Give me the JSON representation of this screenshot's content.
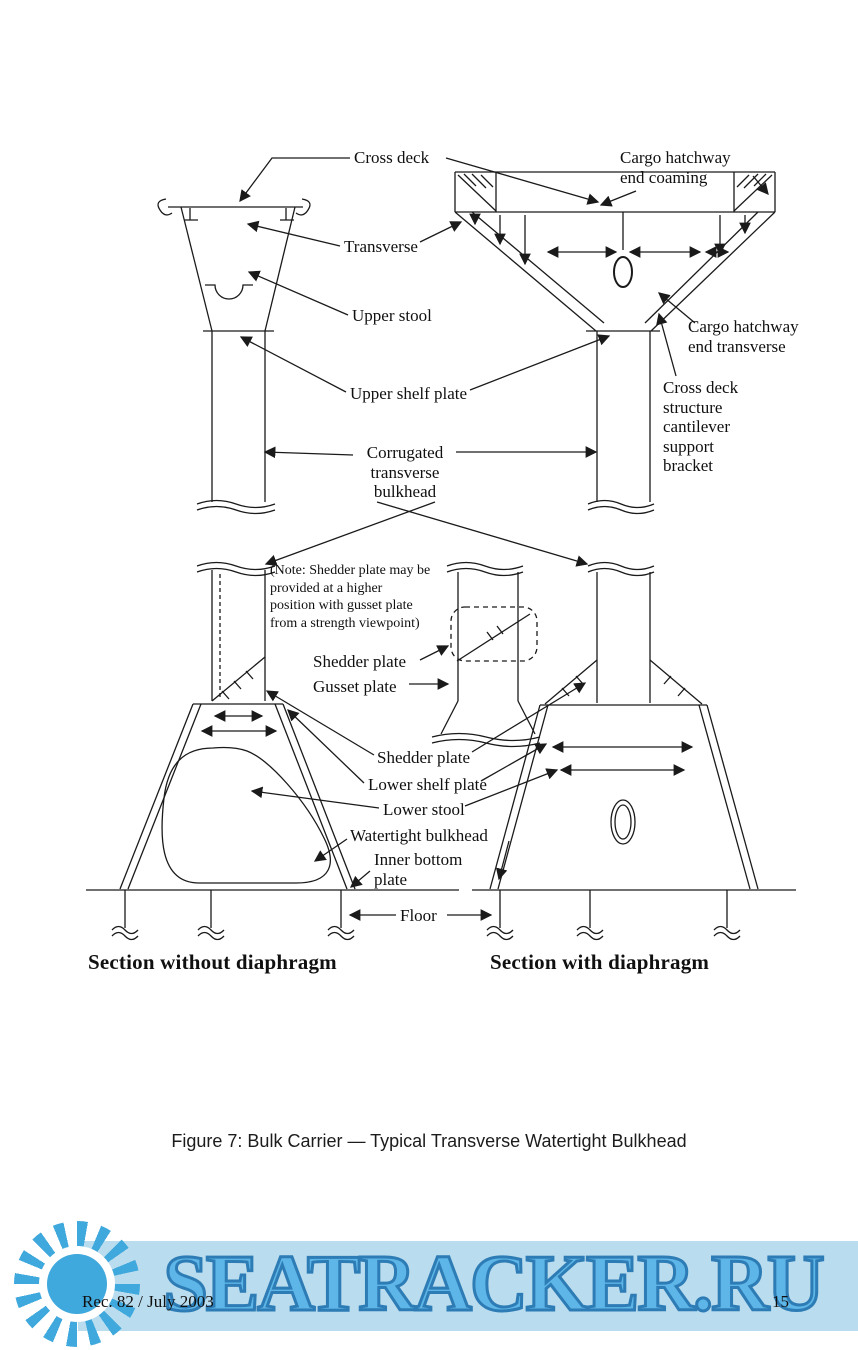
{
  "doc": {
    "caption": "Figure 7: Bulk Carrier — Typical Transverse Watertight Bulkhead",
    "footer_left": "Rec. 82 / July 2003",
    "page_number": "15",
    "watermark_text": "SEATRACKER.RU"
  },
  "labels": {
    "cross_deck": "Cross deck",
    "cargo_hatchway_end_coaming": "Cargo hatchway\nend coaming",
    "transverse": "Transverse",
    "upper_stool": "Upper stool",
    "cargo_hatchway_end_transverse": "Cargo hatchway\nend transverse",
    "upper_shelf_plate": "Upper shelf plate",
    "cross_deck_bracket": "Cross deck\nstructure\ncantilever\nsupport\nbracket",
    "corrugated_bulkhead": "Corrugated\ntransverse\nbulkhead",
    "note": "(Note: Shedder plate may be\nprovided at a higher\nposition with gusset plate\nfrom a strength viewpoint)",
    "shedder_plate_detail": "Shedder plate",
    "gusset_plate": "Gusset plate",
    "shedder_plate": "Shedder plate",
    "lower_shelf_plate": "Lower shelf plate",
    "lower_stool": "Lower stool",
    "watertight_bulkhead": "Watertight bulkhead",
    "inner_bottom_plate": "Inner bottom\nplate",
    "floor": "Floor",
    "section_without_diaphragm": "Section without diaphragm",
    "section_with_diaphragm": "Section with diaphragm"
  },
  "colors": {
    "ink": "#1a1a1a",
    "watermark_band": "#b9dcee",
    "watermark_fill": "#5db6e7",
    "watermark_stroke": "#2d7cb5"
  }
}
